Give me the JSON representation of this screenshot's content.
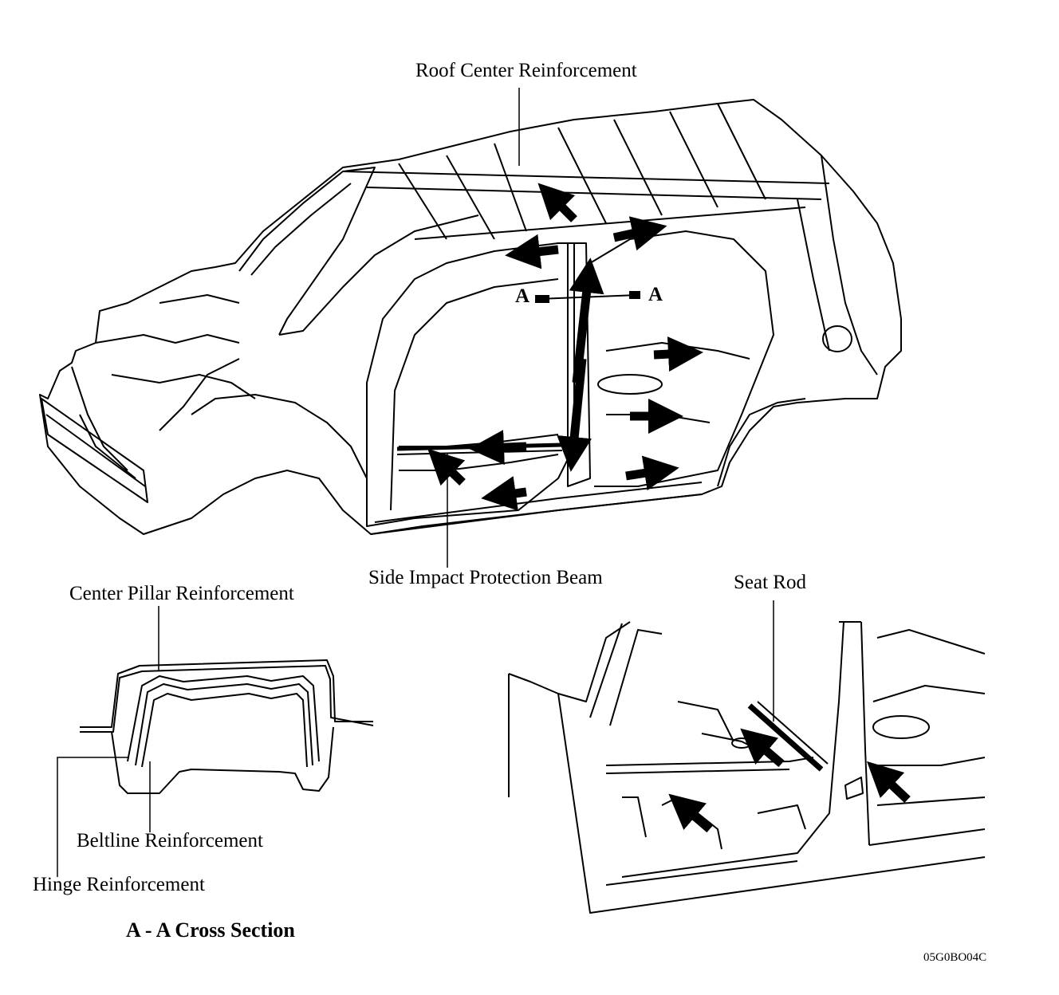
{
  "labels": {
    "roof_center": "Roof Center Reinforcement",
    "side_impact": "Side Impact Protection Beam",
    "seat_rod": "Seat Rod",
    "center_pillar": "Center Pillar Reinforcement",
    "beltline": "Beltline Reinforcement",
    "hinge": "Hinge Reinforcement",
    "section_title": "A - A Cross Section",
    "section_mark_left": "A",
    "section_mark_right": "A",
    "figure_code": "05G0BO04C"
  },
  "colors": {
    "ink": "#000000",
    "paper": "#ffffff"
  }
}
